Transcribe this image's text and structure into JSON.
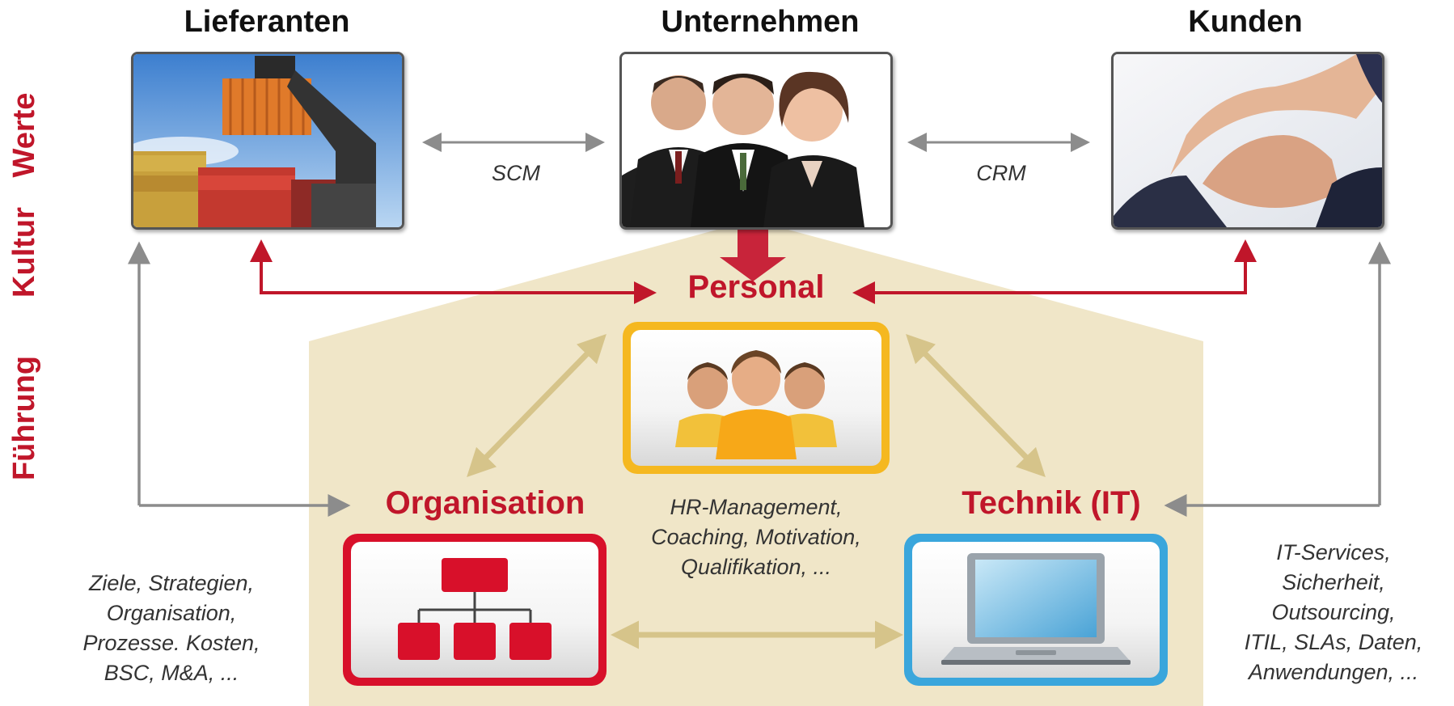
{
  "headers": {
    "suppliers": "Lieferanten",
    "company": "Unternehmen",
    "customers": "Kunden"
  },
  "side_labels": [
    "Werte",
    "Kultur",
    "Führung"
  ],
  "relations": {
    "scm": "SCM",
    "crm": "CRM"
  },
  "pillars": {
    "personal": "Personal",
    "organisation": "Organisation",
    "technik": "Technik (IT)"
  },
  "descriptions": {
    "personal": [
      "HR-Management,",
      "Coaching, Motivation,",
      "Qualifikation, ..."
    ],
    "organisation": [
      "Ziele, Strategien,",
      "Organisation,",
      "Prozesse. Kosten,",
      "BSC, M&A, ..."
    ],
    "technik": [
      "IT-Services,",
      "Sicherheit,",
      "Outsourcing,",
      "ITIL, SLAs, Daten,",
      "Anwendungen, ..."
    ]
  },
  "colors": {
    "red": "#c0162a",
    "gray_arrow": "#8c8c8c",
    "tan_arrow": "#d6c48a",
    "house": "#f0e6c8",
    "personal_frame": "#f5b820",
    "org_frame": "#d8102a",
    "tech_frame": "#3aa6dc"
  }
}
